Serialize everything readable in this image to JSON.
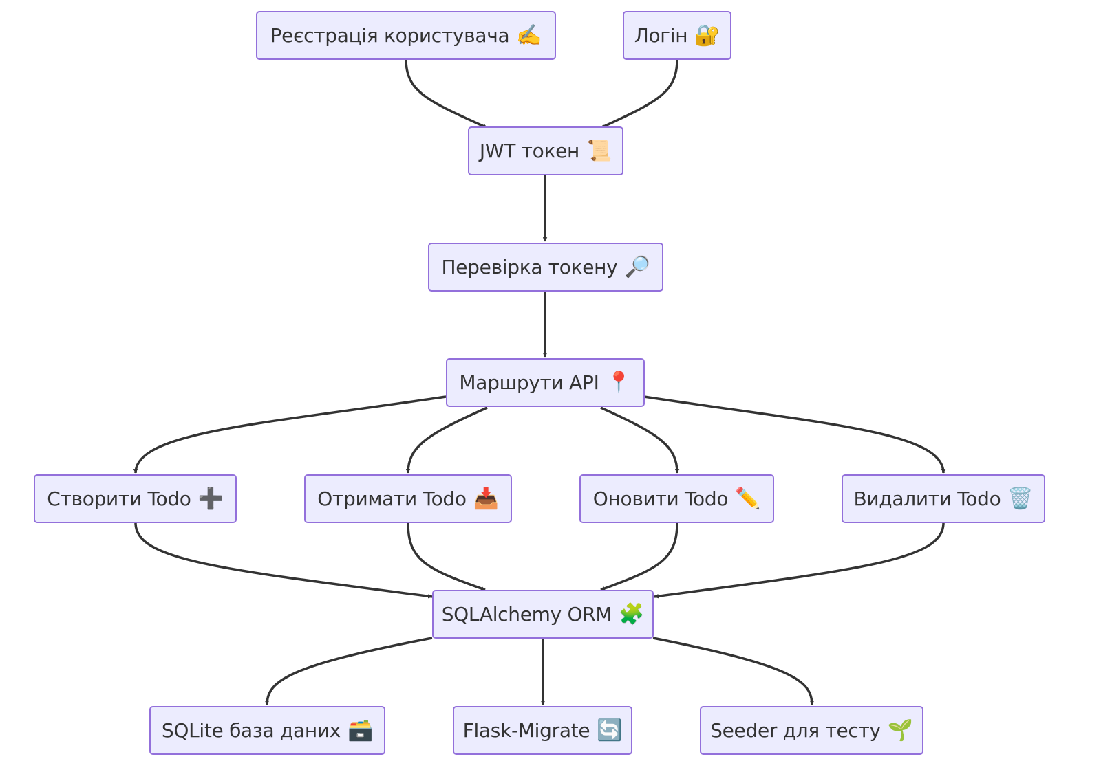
{
  "nodes": {
    "register": {
      "label": "Реєстрація користувача",
      "icon": "writing-hand-icon",
      "emoji": "✍️"
    },
    "login": {
      "label": "Логін",
      "icon": "locked-with-key-icon",
      "emoji": "🔐"
    },
    "jwt": {
      "label": "JWT токен",
      "icon": "scroll-icon",
      "emoji": "📜"
    },
    "verify": {
      "label": "Перевірка токену",
      "icon": "magnifying-glass-icon",
      "emoji": "🔎"
    },
    "routes": {
      "label": "Маршрути API",
      "icon": "round-pushpin-icon",
      "emoji": "📍"
    },
    "create": {
      "label": "Створити Todo",
      "icon": "plus-icon",
      "emoji": "➕"
    },
    "get": {
      "label": "Отримати Todo",
      "icon": "inbox-tray-icon",
      "emoji": "📥"
    },
    "update": {
      "label": "Оновити Todo",
      "icon": "pencil-icon",
      "emoji": "✏️"
    },
    "delete": {
      "label": "Видалити Todo",
      "icon": "wastebasket-icon",
      "emoji": "🗑️"
    },
    "orm": {
      "label": "SQLAlchemy ORM",
      "icon": "puzzle-piece-icon",
      "emoji": "🧩"
    },
    "sqlite": {
      "label": "SQLite база даних",
      "icon": "card-file-box-icon",
      "emoji": "🗃️"
    },
    "migrate": {
      "label": "Flask-Migrate",
      "icon": "arrows-cycle-icon",
      "emoji": "🔄"
    },
    "seeder": {
      "label": "Seeder для тесту",
      "icon": "seedling-icon",
      "emoji": "🌱"
    }
  },
  "edges": [
    [
      "register",
      "jwt"
    ],
    [
      "login",
      "jwt"
    ],
    [
      "jwt",
      "verify"
    ],
    [
      "verify",
      "routes"
    ],
    [
      "routes",
      "create"
    ],
    [
      "routes",
      "get"
    ],
    [
      "routes",
      "update"
    ],
    [
      "routes",
      "delete"
    ],
    [
      "create",
      "orm"
    ],
    [
      "get",
      "orm"
    ],
    [
      "update",
      "orm"
    ],
    [
      "delete",
      "orm"
    ],
    [
      "orm",
      "sqlite"
    ],
    [
      "orm",
      "migrate"
    ],
    [
      "orm",
      "seeder"
    ]
  ],
  "colors": {
    "node_fill": "#ececfe",
    "node_border": "#9370db",
    "edge": "#333333",
    "text": "#333333"
  }
}
